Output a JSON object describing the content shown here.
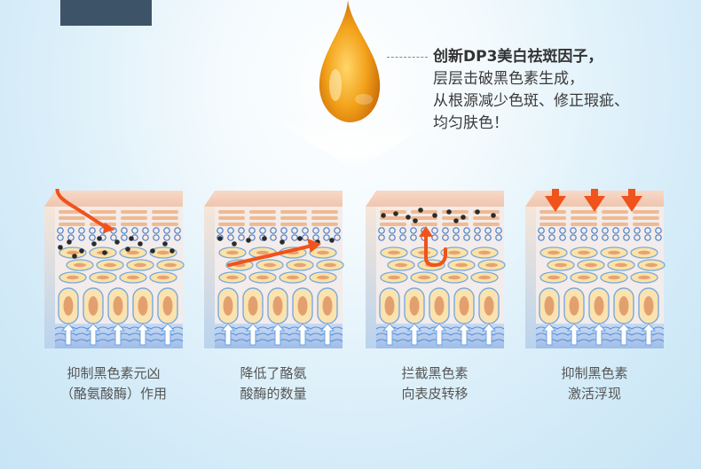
{
  "headline": {
    "line1": "创新DP3美白祛斑因子，",
    "line2": "层层击破黑色素生成，",
    "line3": "从根源减少色斑、修正瑕疵、",
    "line4": "均匀肤色！"
  },
  "steps": [
    {
      "line1": "抑制黑色素元凶",
      "line2": "（酪氨酸酶）作用"
    },
    {
      "line1": "降低了酪氨",
      "line2": "酸酶的数量"
    },
    {
      "line1": "拦截黑色素",
      "line2": "向表皮转移"
    },
    {
      "line1": "抑制黑色素",
      "line2": "激活浮现"
    }
  ],
  "colors": {
    "arrow": "#f0531c",
    "drop": "#f1a21c",
    "tab": "#3d5468"
  }
}
